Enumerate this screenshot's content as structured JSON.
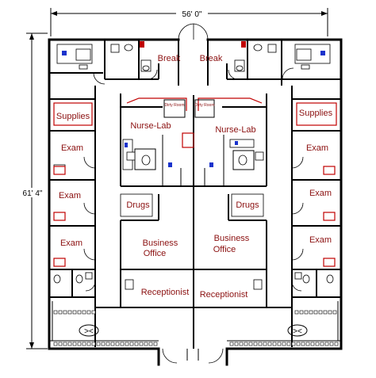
{
  "dimensions": {
    "width_label": "56' 0\"",
    "height_label": "61' 4\""
  },
  "rooms": {
    "break_left": "Break",
    "break_right": "Break",
    "dirty_room_left": "Dirty Room",
    "dirty_room_right": "Dirty Room",
    "nurse_lab_left": "Nurse-Lab",
    "nurse_lab_right": "Nurse-Lab",
    "supplies_left": "Supplies",
    "supplies_right": "Supplies",
    "exam_left_1": "Exam",
    "exam_left_2": "Exam",
    "exam_left_3": "Exam",
    "exam_right_1": "Exam",
    "exam_right_2": "Exam",
    "exam_right_3": "Exam",
    "drugs_left": "Drugs",
    "drugs_right": "Drugs",
    "business_office_left_1": "Business",
    "business_office_left_2": "Office",
    "business_office_right_1": "Business",
    "business_office_right_2": "Office",
    "receptionist_left": "Receptionist",
    "receptionist_right": "Receptionist"
  },
  "colors": {
    "wall": "#000000",
    "label": "#8b1010",
    "counter": "#c00000",
    "chair": "#1a33cc"
  }
}
